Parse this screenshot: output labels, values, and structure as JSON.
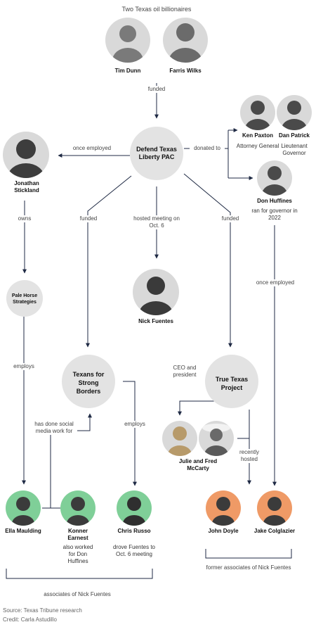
{
  "title": "Two Texas oil billionaires",
  "people": {
    "tim_dunn": "Tim Dunn",
    "farris_wilks": "Farris Wilks",
    "ken_paxton": "Ken Paxton",
    "ken_paxton_role": "Attorney General",
    "dan_patrick": "Dan Patrick",
    "dan_patrick_role": "Lieutenant Governor",
    "don_huffines": "Don Huffines",
    "don_huffines_note": "ran for governor in 2022",
    "jonathan_stickland": "Jonathan Stickland",
    "nick_fuentes": "Nick Fuentes",
    "julie_fred": "Julie and Fred McCarty",
    "ella": "Ella Maulding",
    "konner": "Konner Earnest",
    "konner_note": "also worked for Don Huffines",
    "chris": "Chris Russo",
    "chris_note": "drove Fuentes to Oct. 6 meeting",
    "john": "John Doyle",
    "jake": "Jake Colglazier"
  },
  "orgs": {
    "defend_texas": "Defend Texas Liberty PAC",
    "pale_horse": "Pale Horse Strategies",
    "texans_strong": "Texans for Strong Borders",
    "true_texas": "True Texas Project"
  },
  "edges": {
    "funded_top": "funded",
    "once_employed_left": "once employed",
    "donated_to": "donated to",
    "owns": "owns",
    "funded_left": "funded",
    "hosted_meeting": "hosted meeting on Oct. 6",
    "funded_right": "funded",
    "once_employed_right": "once employed",
    "employs_left": "employs",
    "ceo_president": "CEO and president",
    "social_media": "has done social media work for",
    "employs_mid": "employs",
    "recently_hosted": "recently hosted"
  },
  "groups": {
    "associates": "associates of Nick Fuentes",
    "former_associates": "former associates of Nick Fuentes"
  },
  "footer": {
    "source": "Source: Texas Tribune research",
    "credit": "Credit: Carla Astudillo"
  },
  "colors": {
    "photo_gray": "#d9d9d9",
    "org_gray": "#e3e3e3",
    "green": "#7fcf98",
    "orange": "#ef9a66",
    "line": "#1f2a44"
  }
}
